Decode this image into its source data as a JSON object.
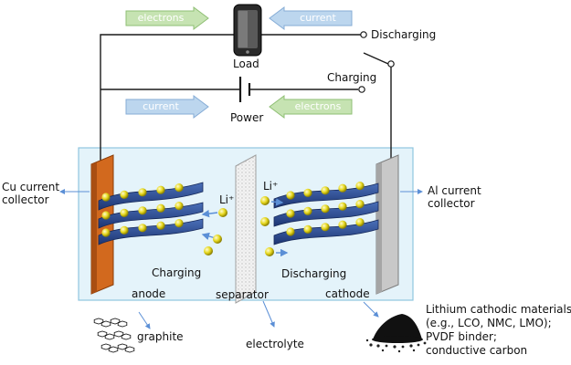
{
  "labels": {
    "load": "Load",
    "power": "Power",
    "discharging_top": "Discharging",
    "charging_top": "Charging",
    "cu_current_collector": "Cu current collector",
    "al_current_collector": "Al current collector",
    "li_left": "Li⁺",
    "li_right": "Li⁺",
    "charging_cell": "Charging",
    "discharging_cell": "Discharging",
    "anode": "anode",
    "separator": "separator",
    "cathode": "cathode",
    "graphite": "graphite",
    "electrolyte": "electrolyte",
    "cathode_materials_1": "Lithium cathodic materials",
    "cathode_materials_2": "(e.g., LCO, NMC, LMO);",
    "cathode_materials_3": "PVDF binder;",
    "cathode_materials_4": "conductive carbon"
  },
  "arrows": {
    "electrons_top": "electrons",
    "current_top": "current",
    "current_bottom": "current",
    "electrons_bottom": "electrons"
  },
  "colors": {
    "green_arrow": "#c6e3b2",
    "blue_arrow": "#bcd6ee",
    "electrolyte": "#e4f3fa",
    "cu_collector": "#d2691e",
    "al_collector": "#c8c8c8",
    "electrode_layer": "#2b4a8c",
    "li_ion": "#e6d81e"
  }
}
